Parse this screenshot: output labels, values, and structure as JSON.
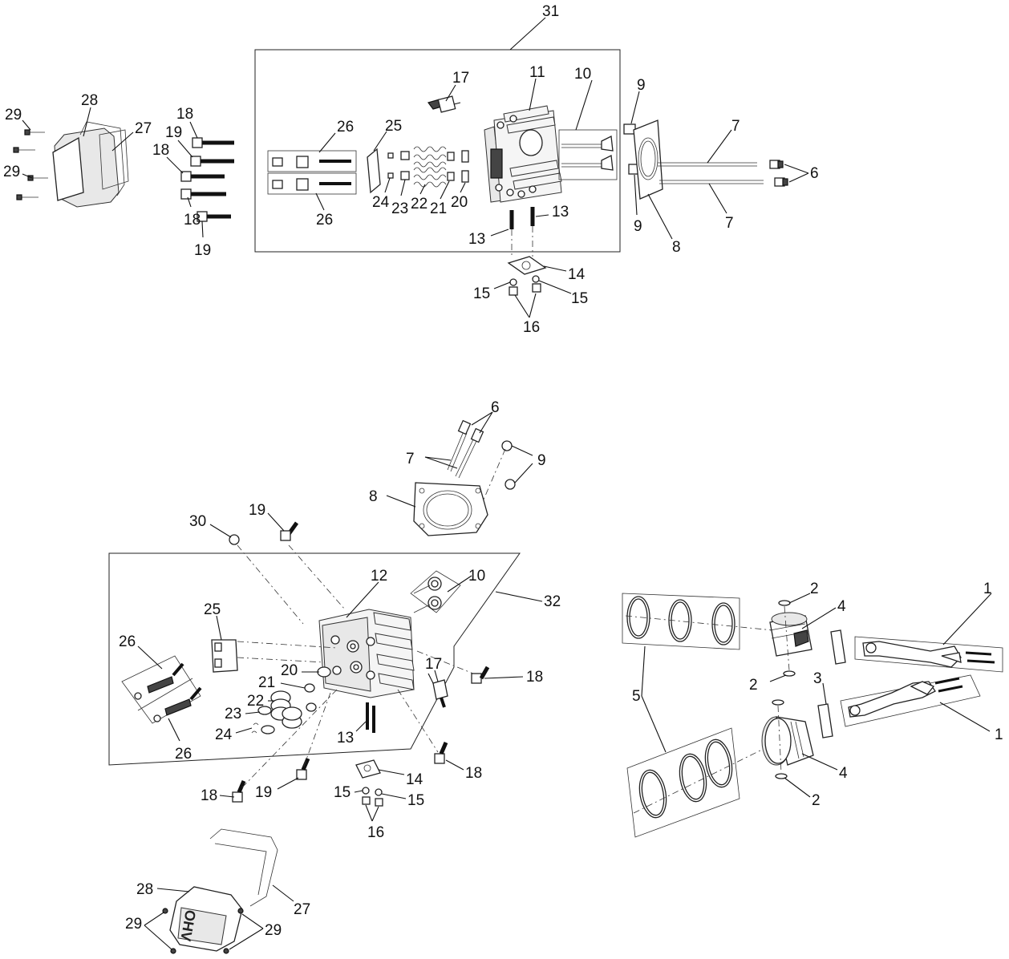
{
  "diagram": {
    "cover_logo": "OHV",
    "callouts": {
      "top": {
        "c31": "31",
        "c17": "17",
        "c11": "11",
        "c10": "10",
        "c9a": "9",
        "c9b": "9",
        "c7a": "7",
        "c7b": "7",
        "c6": "6",
        "c8": "8",
        "c26a": "26",
        "c26b": "26",
        "c25": "25",
        "c24": "24",
        "c23": "23",
        "c22": "22",
        "c21": "21",
        "c20": "20",
        "c13a": "13",
        "c13b": "13",
        "c14": "14",
        "c15a": "15",
        "c15b": "15",
        "c16": "16",
        "c28": "28",
        "c29a": "29",
        "c29b": "29",
        "c27": "27",
        "c18a": "18",
        "c19a": "19",
        "c18b": "18",
        "c18c": "18",
        "c19b": "19"
      },
      "bottom": {
        "c6": "6",
        "c7": "7",
        "c9": "9",
        "c8": "8",
        "c30": "30",
        "c19a": "19",
        "c12": "12",
        "c10": "10",
        "c32": "32",
        "c25": "25",
        "c26a": "26",
        "c26b": "26",
        "c20": "20",
        "c21": "21",
        "c22": "22",
        "c23": "23",
        "c24": "24",
        "c17": "17",
        "c18a": "18",
        "c13": "13",
        "c18b": "18",
        "c18c": "18",
        "c19b": "19",
        "c14": "14",
        "c15a": "15",
        "c15b": "15",
        "c16": "16",
        "c28": "28",
        "c27": "27",
        "c29a": "29",
        "c29b": "29"
      },
      "right": {
        "c2a": "2",
        "c4a": "4",
        "c1a": "1",
        "c5": "5",
        "c2b": "2",
        "c3": "3",
        "c1b": "1",
        "c4b": "4",
        "c2c": "2"
      }
    }
  }
}
